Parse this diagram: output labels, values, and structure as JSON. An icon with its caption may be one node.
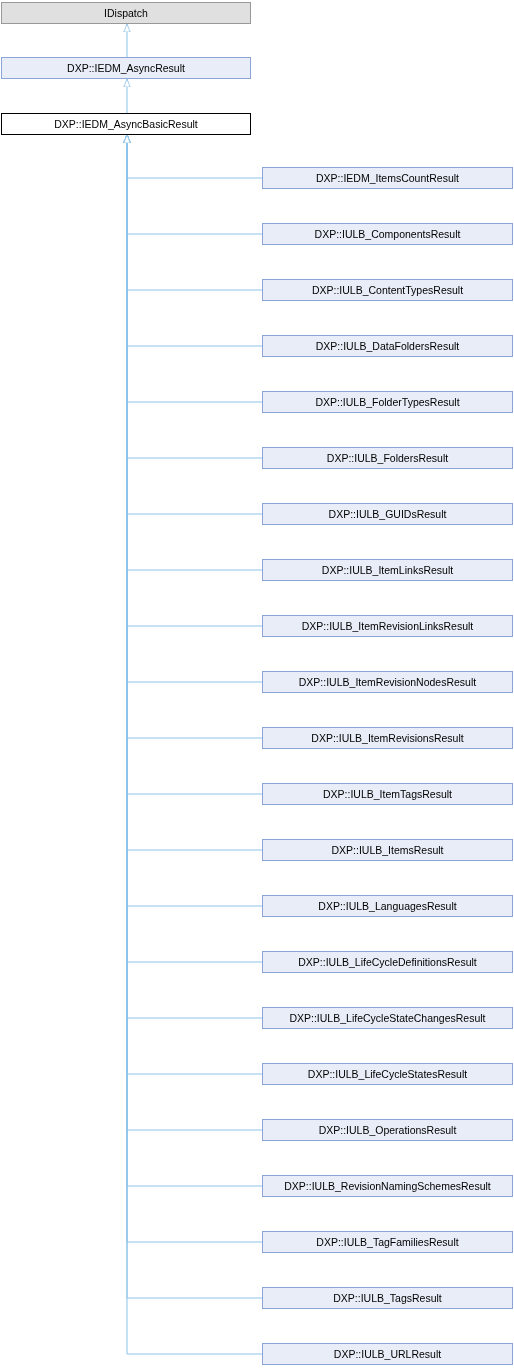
{
  "diagram": {
    "nodes": [
      {
        "text": [
          "IDispatch"
        ]
      },
      {
        "text": [
          "DXP::IEDM_AsyncResult"
        ]
      },
      {
        "text": [
          "DXP::IEDM_AsyncBasicResult"
        ]
      },
      {
        "text": [
          "DXP::IEDM_ItemsCountResult"
        ]
      },
      {
        "text": [
          "DXP::IULB_ComponentsResult"
        ]
      },
      {
        "text": [
          "DXP::IULB_ContentTypesResult"
        ]
      },
      {
        "text": [
          "DXP::IULB_DataFoldersResult"
        ]
      },
      {
        "text": [
          "DXP::IULB_FolderTypesResult"
        ]
      },
      {
        "text": [
          "DXP::IULB_FoldersResult"
        ]
      },
      {
        "text": [
          "DXP::IULB_GUIDsResult"
        ]
      },
      {
        "text": [
          "DXP::IULB_ItemLinksResult"
        ]
      },
      {
        "text": [
          "DXP::IULB_ItemRevisionLinksResult"
        ]
      },
      {
        "text": [
          "DXP::IULB_ItemRevisionNodesResult"
        ]
      },
      {
        "text": [
          "DXP::IULB_ItemRevisionsResult"
        ]
      },
      {
        "text": [
          "DXP::IULB_ItemTagsResult"
        ]
      },
      {
        "text": [
          "DXP::IULB_ItemsResult"
        ]
      },
      {
        "text": [
          "DXP::IULB_LanguagesResult"
        ]
      },
      {
        "text": [
          "DXP::IULB_LifeCycleDefinitionsResult"
        ]
      },
      {
        "text": [
          "DXP::IULB_LifeCycleStateChangesResult"
        ]
      },
      {
        "text": [
          "DXP::IULB_LifeCycleStatesResult"
        ]
      },
      {
        "text": [
          "DXP::IULB_OperationsResult"
        ]
      },
      {
        "text": [
          "DXP::IULB_RevisionNamingSchemesResult"
        ]
      },
      {
        "text": [
          "DXP::IULB_TagFamiliesResult"
        ]
      },
      {
        "text": [
          "DXP::IULB_TagsResult"
        ]
      },
      {
        "text": [
          "DXP::IULB_URLResult"
        ]
      }
    ],
    "edges": [
      {
        "from": 1,
        "to": 0,
        "arrow": "to"
      },
      {
        "from": 2,
        "to": 1,
        "arrow": "to"
      },
      {
        "from": 3,
        "to": 2,
        "arrow": "to"
      },
      {
        "from": 4,
        "to": 2,
        "arrow": "to"
      },
      {
        "from": 5,
        "to": 2,
        "arrow": "to"
      },
      {
        "from": 6,
        "to": 2,
        "arrow": "to"
      },
      {
        "from": 7,
        "to": 2,
        "arrow": "to"
      },
      {
        "from": 8,
        "to": 2,
        "arrow": "to"
      },
      {
        "from": 9,
        "to": 2,
        "arrow": "to"
      },
      {
        "from": 10,
        "to": 2,
        "arrow": "to"
      },
      {
        "from": 11,
        "to": 2,
        "arrow": "to"
      },
      {
        "from": 12,
        "to": 2,
        "arrow": "to"
      },
      {
        "from": 13,
        "to": 2,
        "arrow": "to"
      },
      {
        "from": 14,
        "to": 2,
        "arrow": "to"
      },
      {
        "from": 15,
        "to": 2,
        "arrow": "to"
      },
      {
        "from": 16,
        "to": 2,
        "arrow": "to"
      },
      {
        "from": 17,
        "to": 2,
        "arrow": "to"
      },
      {
        "from": 18,
        "to": 2,
        "arrow": "to"
      },
      {
        "from": 19,
        "to": 2,
        "arrow": "to"
      },
      {
        "from": 20,
        "to": 2,
        "arrow": "to"
      },
      {
        "from": 21,
        "to": 2,
        "arrow": "to"
      },
      {
        "from": 22,
        "to": 2,
        "arrow": "to"
      },
      {
        "from": 23,
        "to": 2,
        "arrow": "to"
      },
      {
        "from": 24,
        "to": 2,
        "arrow": "to"
      }
    ]
  }
}
